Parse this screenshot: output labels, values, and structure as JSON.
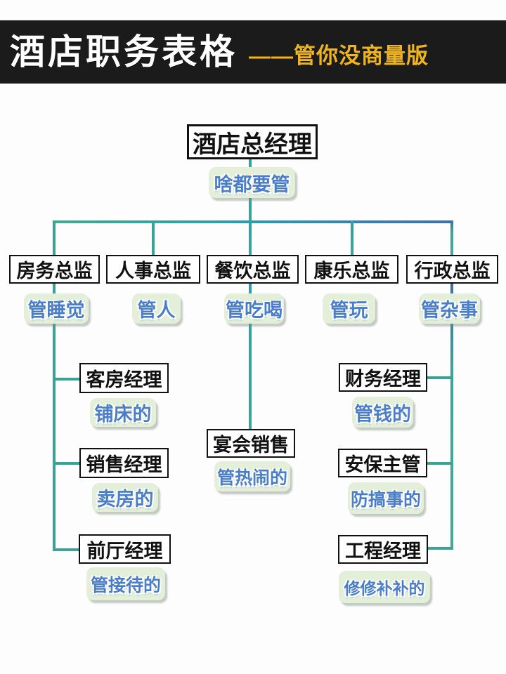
{
  "header": {
    "title": "酒店职务表格",
    "subtitle": "——管你没商量版",
    "bar_color": "#1b1b1b",
    "title_color": "#ffffff",
    "subtitle_color": "#f0b41f"
  },
  "org": {
    "root": {
      "title": "酒店总经理",
      "note": "啥都要管"
    },
    "directors": [
      {
        "title": "房务总监",
        "note": "管睡觉"
      },
      {
        "title": "人事总监",
        "note": "管人"
      },
      {
        "title": "餐饮总监",
        "note": "管吃喝"
      },
      {
        "title": "康乐总监",
        "note": "管玩"
      },
      {
        "title": "行政总监",
        "note": "管杂事"
      }
    ],
    "housekeeping_children": [
      {
        "title": "客房经理",
        "note": "铺床的"
      },
      {
        "title": "销售经理",
        "note": "卖房的"
      },
      {
        "title": "前厅经理",
        "note": "管接待的"
      }
    ],
    "food_children": [
      {
        "title": "宴会销售",
        "note": "管热闹的"
      }
    ],
    "admin_children": [
      {
        "title": "财务经理",
        "note": "管钱的"
      },
      {
        "title": "安保主管",
        "note": "防搞事的"
      },
      {
        "title": "工程经理",
        "note": "修修补补的"
      }
    ]
  },
  "colors": {
    "connector_teal": "#3aa396",
    "connector_blue": "#3e6fa8",
    "note_fill": "#e4efda",
    "note_text": "#4a7ec9",
    "box_border": "#111111"
  }
}
